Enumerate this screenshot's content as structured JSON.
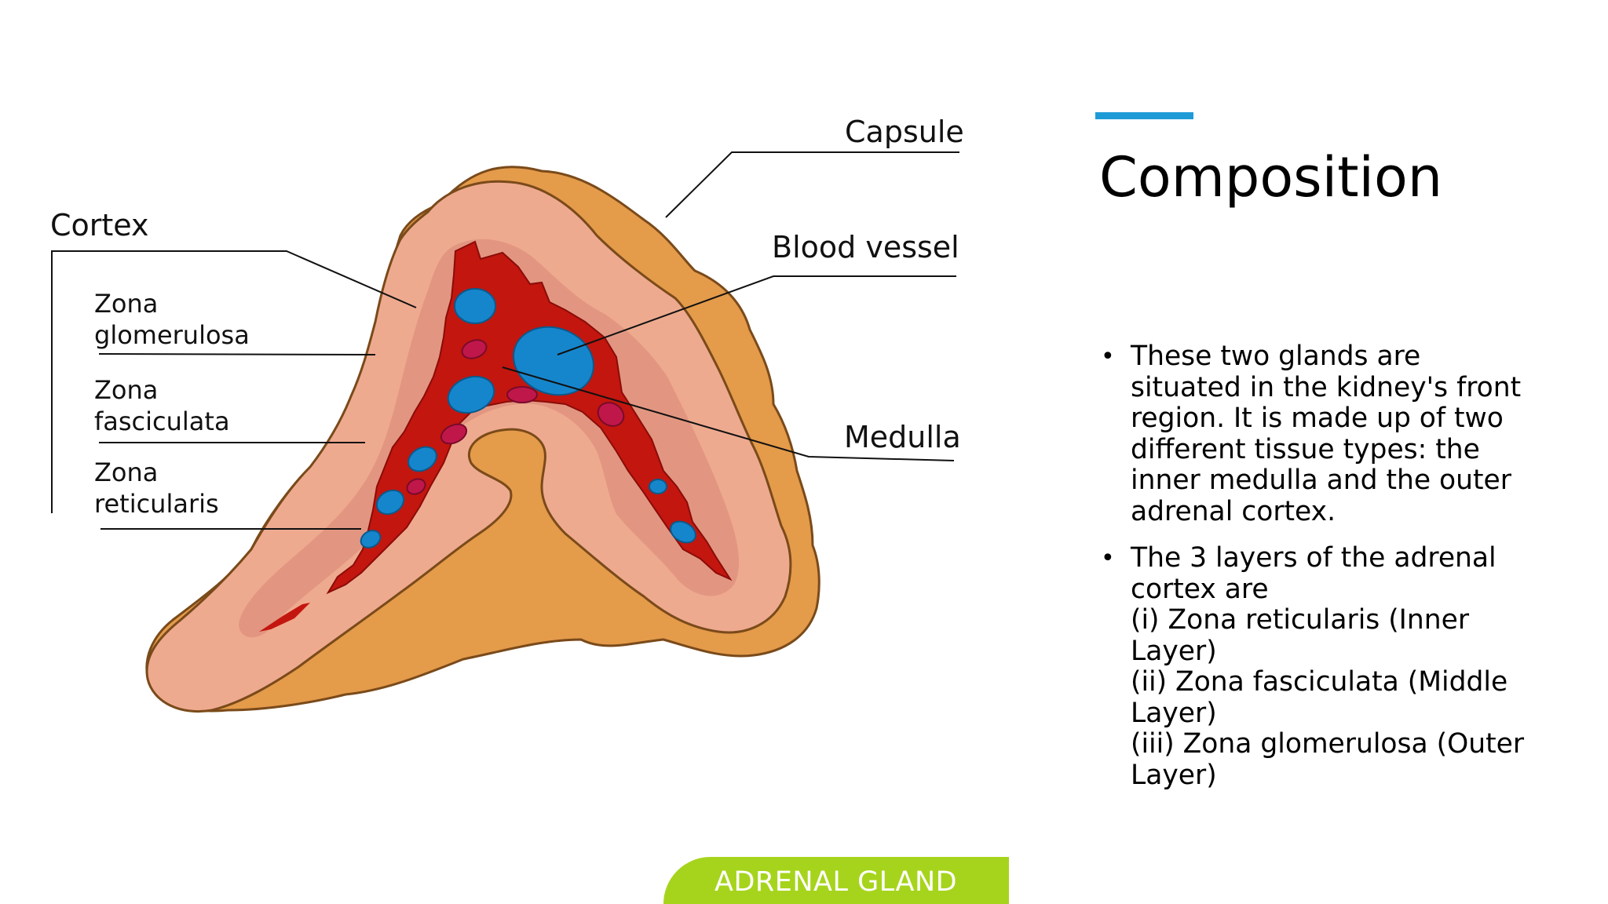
{
  "slide": {
    "title": "Composition",
    "accent_color": "#1e9bd7",
    "footer_label": "ADRENAL GLAND",
    "footer_color": "#a6d41c"
  },
  "diagram": {
    "labels": {
      "capsule": "Capsule",
      "cortex": "Cortex",
      "blood_vessel": "Blood vessel",
      "zona_glomerulosa_1": "Zona",
      "zona_glomerulosa_2": "glomerulosa",
      "zona_fasciculata_1": "Zona",
      "zona_fasciculata_2": "fasciculata",
      "medulla": "Medulla",
      "zona_reticularis_1": "Zona",
      "zona_reticularis_2": "reticularis"
    },
    "colors": {
      "capsule": "#e49b4a",
      "cortex": "#eeaa8f",
      "cortex_inner": "#d98576",
      "medulla": "#c3160f",
      "vessel": "#1686cc",
      "vessel_small": "#c0174a",
      "outline": "#7a4a1a"
    }
  },
  "bullets": [
    {
      "lines": [
        "These two glands are",
        "situated in the kidney's front",
        "region. It is made up of two",
        "different tissue types: the",
        "inner medulla and the outer",
        "adrenal cortex."
      ]
    },
    {
      "lines": [
        "The 3 layers of the adrenal",
        "cortex are",
        "(i) Zona reticularis (Inner",
        "Layer)",
        "(ii) Zona fasciculata (Middle",
        "Layer)",
        "(iii) Zona glomerulosa (Outer",
        "Layer)"
      ]
    }
  ]
}
